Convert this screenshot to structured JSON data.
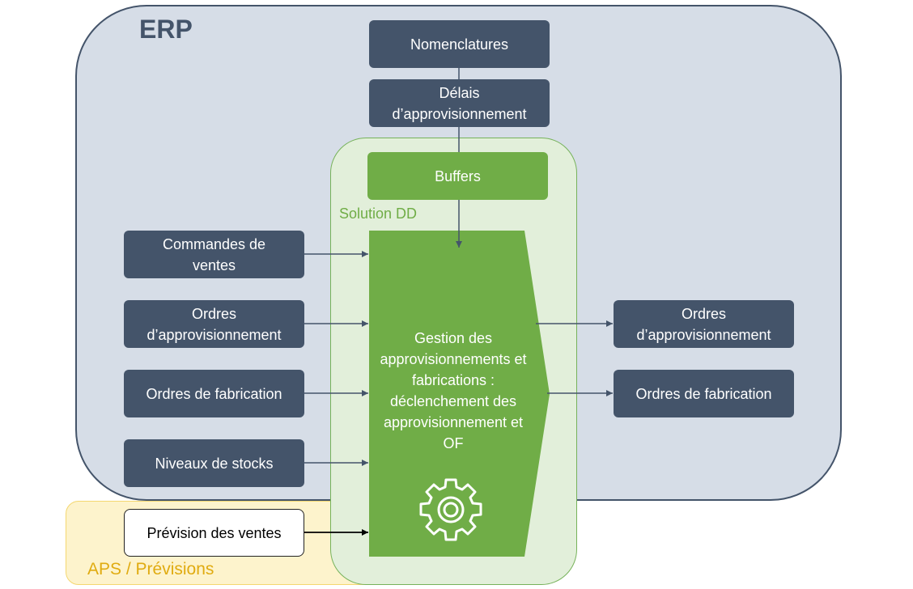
{
  "regions": {
    "erp": "ERP",
    "aps": "APS / Prévisions",
    "solution": "Solution DD"
  },
  "top_boxes": {
    "nomenclatures": "Nomenclatures",
    "delais": "Délais d’approvisionnement",
    "buffers": "Buffers"
  },
  "inputs": {
    "commandes": "Commandes de ventes",
    "ordres_appro": "Ordres d’approvisionnement",
    "ordres_fab": "Ordres de fabrication",
    "niveaux": "Niveaux de stocks",
    "prevision": "Prévision des ventes"
  },
  "process": {
    "text": "Gestion des approvisionnements et fabrications : déclenchement des approvisionnement et OF",
    "icon": "gear-icon"
  },
  "outputs": {
    "ordres_appro": "Ordres d’approvisionnement",
    "ordres_fab": "Ordres de fabrication"
  },
  "colors": {
    "erp_fill": "#d6dde7",
    "dark_box": "#44546a",
    "green": "#70ad47",
    "solution_fill": "#e2efda",
    "aps_fill": "#fdf3cc",
    "aps_text": "#e0ab10"
  }
}
